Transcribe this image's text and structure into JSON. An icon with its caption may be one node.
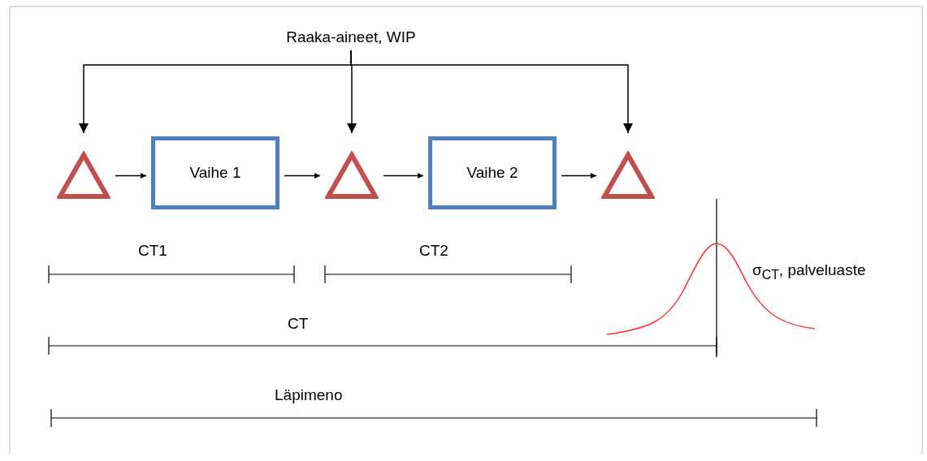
{
  "diagram": {
    "nodes": [
      {
        "text": [],
        "shape": "triangle"
      },
      {
        "text": [
          "Vaihe 1"
        ]
      },
      {
        "text": [],
        "shape": "triangle"
      },
      {
        "text": [
          "Vaihe 2"
        ]
      },
      {
        "text": [],
        "shape": "triangle"
      },
      {
        "text": [
          "Raaka-aineet, WIP"
        ]
      }
    ],
    "edges": [
      {
        "from": 5,
        "to": 0,
        "arrow": "to"
      },
      {
        "from": 5,
        "to": 2,
        "arrow": "to"
      },
      {
        "from": 5,
        "to": 4,
        "arrow": "to"
      },
      {
        "from": 0,
        "to": 1,
        "arrow": "to"
      },
      {
        "from": 1,
        "to": 2,
        "arrow": "to"
      },
      {
        "from": 2,
        "to": 3,
        "arrow": "to"
      },
      {
        "from": 3,
        "to": 4,
        "arrow": "to"
      }
    ],
    "labels": [
      "CT1",
      "CT2",
      "σ$_{CT}$, palveluaste",
      "CT",
      "Läpimeno"
    ]
  }
}
